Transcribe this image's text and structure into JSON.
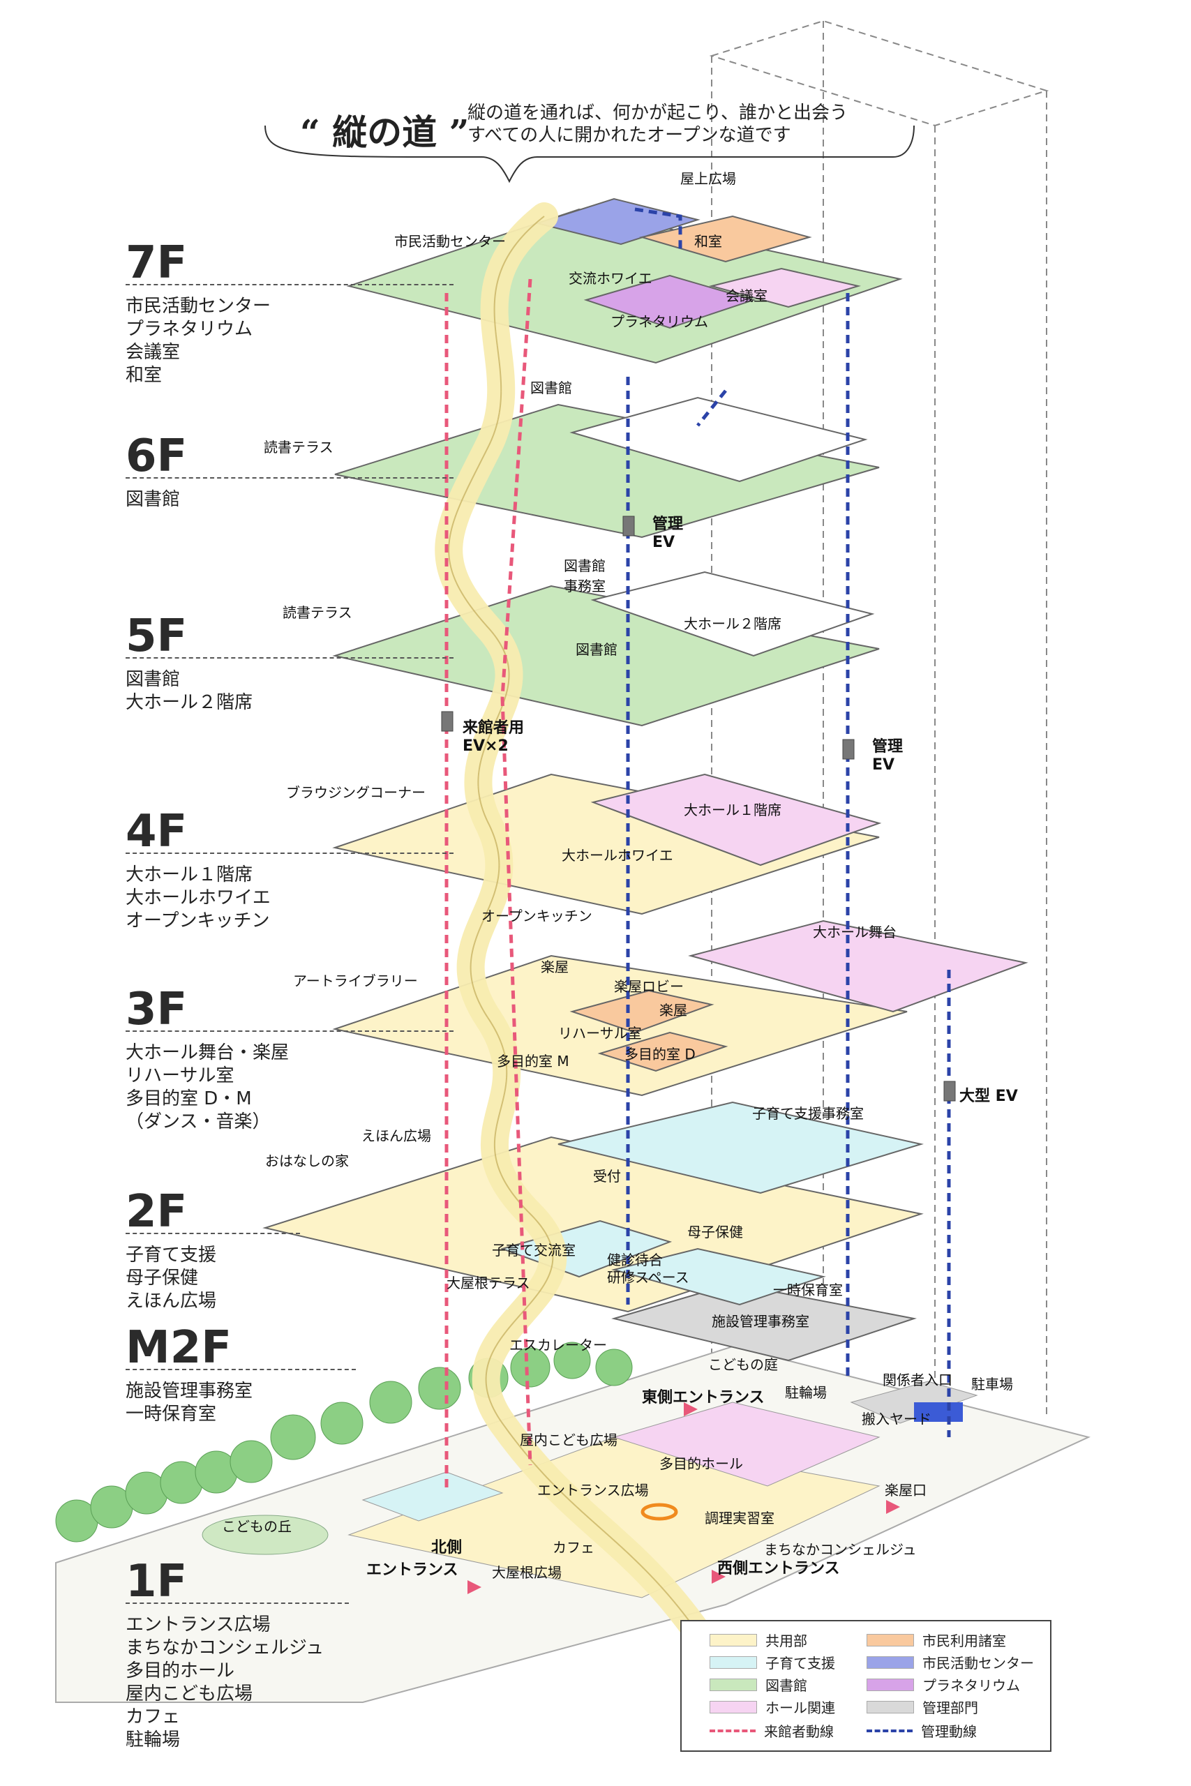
{
  "header": {
    "title": "“ 縦の道 ”",
    "subtitle_line1": "縦の道を通れば、何かが起こり、誰かと出会う",
    "subtitle_line2": "すべての人に開かれたオープンな道です"
  },
  "floors": [
    {
      "id": "7F",
      "label": "7F",
      "items": [
        "市民活動センター",
        "プラネタリウム",
        "会議室",
        "和室"
      ]
    },
    {
      "id": "6F",
      "label": "6F",
      "items": [
        "図書館"
      ]
    },
    {
      "id": "5F",
      "label": "5F",
      "items": [
        "図書館",
        "大ホール２階席"
      ]
    },
    {
      "id": "4F",
      "label": "4F",
      "items": [
        "大ホール１階席",
        "大ホールホワイエ",
        "オープンキッチン"
      ]
    },
    {
      "id": "3F",
      "label": "3F",
      "items": [
        "大ホール舞台・楽屋",
        "リハーサル室",
        "多目的室 D・M",
        "（ダンス・音楽）"
      ]
    },
    {
      "id": "2F",
      "label": "2F",
      "items": [
        "子育て支援",
        "母子保健",
        "えほん広場"
      ]
    },
    {
      "id": "M2F",
      "label": "M2F",
      "items": [
        "施設管理事務室",
        "一時保育室"
      ]
    },
    {
      "id": "1F",
      "label": "1F",
      "items": [
        "エントランス広場",
        "まちなかコンシェルジュ",
        "多目的ホール",
        "屋内こども広場",
        "カフェ",
        "駐輪場"
      ]
    }
  ],
  "labels": {
    "l7_1": "屋上広場",
    "l7_2": "市民活動センター",
    "l7_3": "和室",
    "l7_4": "交流ホワイエ",
    "l7_5": "会議室",
    "l7_6": "プラネタリウム",
    "l6_1": "図書館",
    "l6_2": "読書テラス",
    "ev_admin": "管理",
    "ev_admin2": "EV",
    "l5_1": "図書館",
    "l5_1b": "事務室",
    "l5_2": "読書テラス",
    "l5_3": "大ホール２階席",
    "l5_4": "図書館",
    "ev_visitor": "来館者用",
    "ev_visitor2": "EV×2",
    "l4_1": "ブラウジングコーナー",
    "l4_2": "大ホール１階席",
    "l4_3": "大ホールホワイエ",
    "l4_4": "オープンキッチン",
    "l3_1": "大ホール舞台",
    "l3_2": "楽屋",
    "l3_3": "アートライブラリー",
    "l3_4": "楽屋ロビー",
    "l3_5": "楽屋",
    "l3_6": "リハーサル室",
    "l3_7": "多目的室 M",
    "l3_8": "多目的室 D",
    "ev_big": "大型 EV",
    "l2_1": "子育て支援事務室",
    "l2_2": "えほん広場",
    "l2_3": "おはなしの家",
    "l2_4": "受付",
    "l2_5": "母子保健",
    "l2_6": "子育て交流室",
    "l2_7": "健診待合",
    "l2_8": "研修スペース",
    "l2_9": "大屋根テラス",
    "m2_1": "一時保育室",
    "m2_2": "施設管理事務室",
    "m2_3": "エスカレーター",
    "l1_1": "こどもの庭",
    "l1_2": "東側エントランス",
    "l1_3": "駐輪場",
    "l1_4": "関係者入口",
    "l1_5": "駐車場",
    "l1_6": "搬入ヤード",
    "l1_7": "屋内こども広場",
    "l1_8": "多目的ホール",
    "l1_9": "楽屋口",
    "l1_10": "エントランス広場",
    "l1_11": "調理実習室",
    "l1_12": "こどもの丘",
    "l1_13": "カフェ",
    "l1_14": "まちなかコンシェルジュ",
    "l1_15": "北側",
    "l1_16": "エントランス",
    "l1_17": "大屋根広場",
    "l1_18": "西側エントランス"
  },
  "legend": [
    {
      "label": "共用部",
      "color": "#fdf3c8",
      "kind": "swatch"
    },
    {
      "label": "市民利用諸室",
      "color": "#f9c99e",
      "kind": "swatch"
    },
    {
      "label": "子育て支援",
      "color": "#d6f3f5",
      "kind": "swatch"
    },
    {
      "label": "市民活動センター",
      "color": "#9aa3e8",
      "kind": "swatch"
    },
    {
      "label": "図書館",
      "color": "#c9e8bd",
      "kind": "swatch"
    },
    {
      "label": "プラネタリウム",
      "color": "#d7a3e8",
      "kind": "swatch"
    },
    {
      "label": "ホール関連",
      "color": "#f6d4f2",
      "kind": "swatch"
    },
    {
      "label": "管理部門",
      "color": "#d9d9d9",
      "kind": "swatch"
    },
    {
      "label": "来館者動線",
      "color": "#e8587a",
      "kind": "line"
    },
    {
      "label": "管理動線",
      "color": "#2b43a8",
      "kind": "line"
    }
  ]
}
